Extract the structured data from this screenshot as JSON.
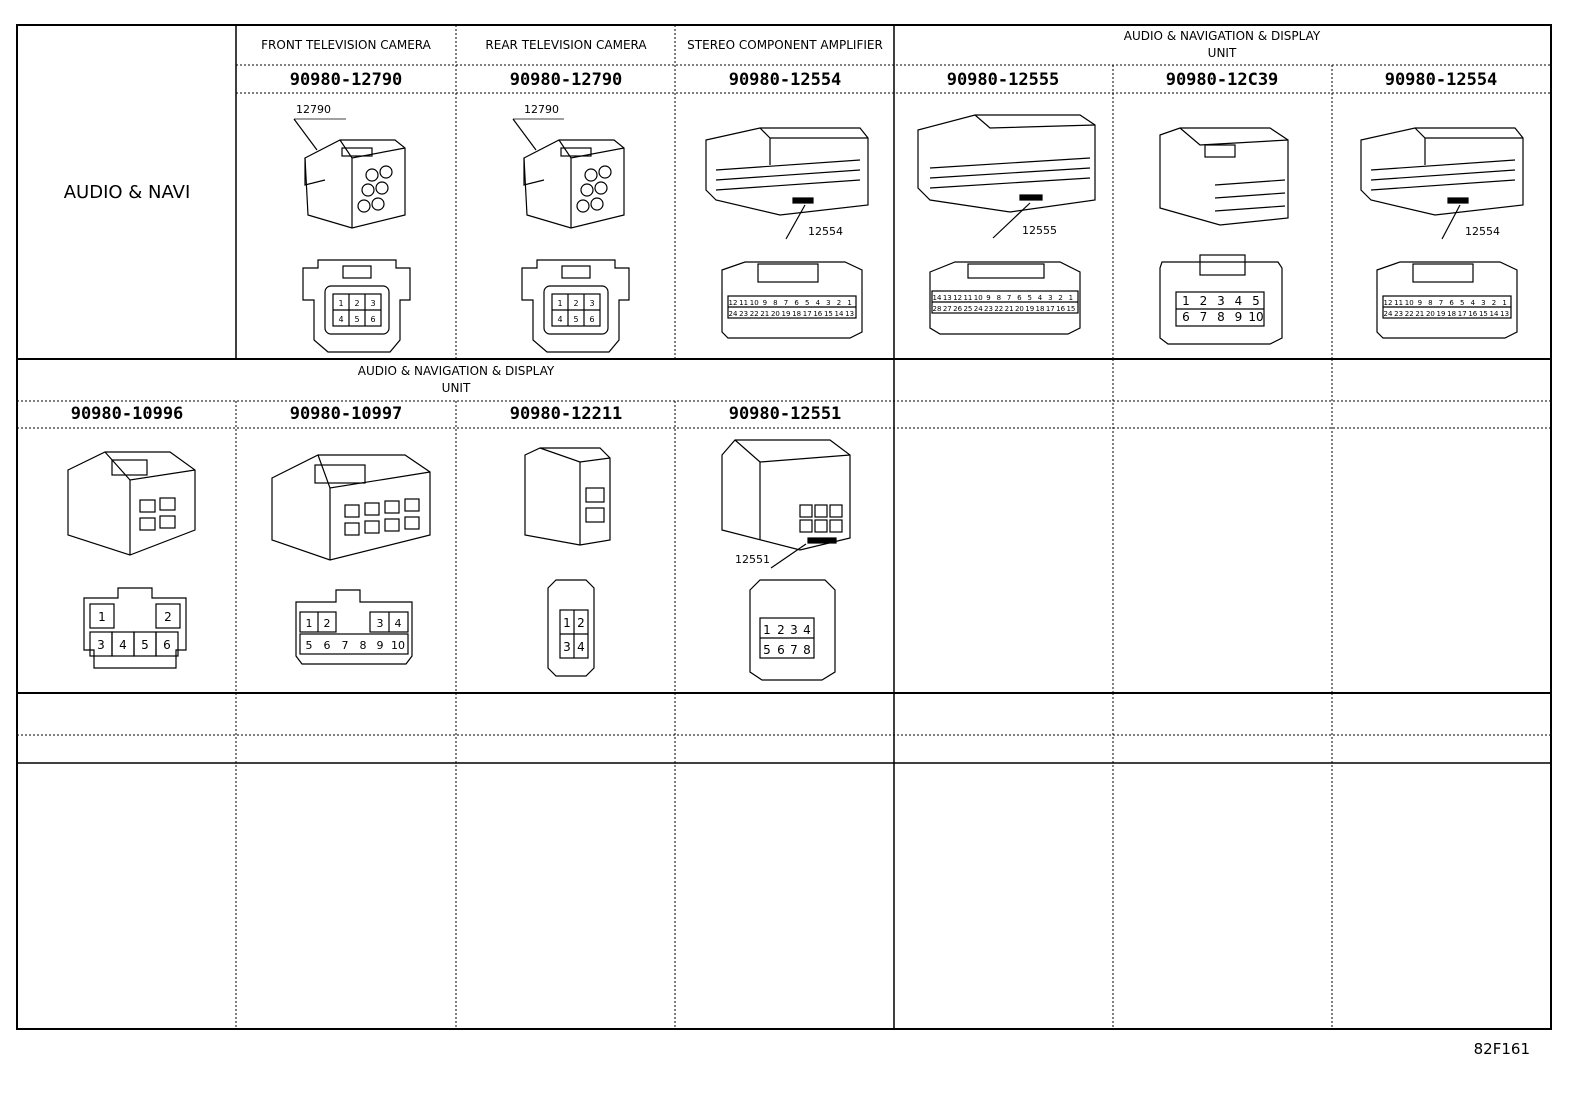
{
  "section_title": "AUDIO & NAVI",
  "row1": {
    "groups": [
      "FRONT TELEVISION CAMERA",
      "REAR TELEVISION CAMERA",
      "STEREO COMPONENT AMPLIFIER"
    ],
    "group_wide_line1": "AUDIO & NAVIGATION & DISPLAY",
    "group_wide_line2": "UNIT",
    "parts": [
      "90980-12790",
      "90980-12790",
      "90980-12554",
      "90980-12555",
      "90980-12C39",
      "90980-12554"
    ],
    "callouts": [
      "12790",
      "12790",
      "12554",
      "12555",
      "12554"
    ]
  },
  "row2": {
    "group_line1": "AUDIO & NAVIGATION & DISPLAY",
    "group_line2": "UNIT",
    "parts": [
      "90980-10996",
      "90980-10997",
      "90980-12211",
      "90980-12551"
    ],
    "callout": "12551"
  },
  "pins": {
    "c12790": [
      "1",
      "2",
      "3",
      "4",
      "5",
      "6"
    ],
    "c12554_top": [
      "12",
      "11",
      "10",
      "9",
      "8",
      "7",
      "6",
      "5",
      "4",
      "3",
      "2",
      "1"
    ],
    "c12554_bot": [
      "24",
      "23",
      "22",
      "21",
      "20",
      "19",
      "18",
      "17",
      "16",
      "15",
      "14",
      "13"
    ],
    "c12555_top": [
      "14",
      "13",
      "12",
      "11",
      "10",
      "9",
      "8",
      "7",
      "6",
      "5",
      "4",
      "3",
      "2",
      "1"
    ],
    "c12555_bot": [
      "28",
      "27",
      "26",
      "25",
      "24",
      "23",
      "22",
      "21",
      "20",
      "19",
      "18",
      "17",
      "16",
      "15"
    ],
    "c12c39_top": [
      "1",
      "2",
      "3",
      "4",
      "5"
    ],
    "c12c39_bot": [
      "6",
      "7",
      "8",
      "9",
      "10"
    ],
    "c10996": [
      "1",
      "2",
      "3",
      "4",
      "5",
      "6"
    ],
    "c10997": [
      "1",
      "2",
      "3",
      "4",
      "5",
      "6",
      "7",
      "8",
      "9",
      "10"
    ],
    "c12211": [
      "1",
      "2",
      "3",
      "4"
    ],
    "c12551": [
      "1",
      "2",
      "3",
      "4",
      "5",
      "6",
      "7",
      "8"
    ]
  },
  "figure_id": "82F161"
}
